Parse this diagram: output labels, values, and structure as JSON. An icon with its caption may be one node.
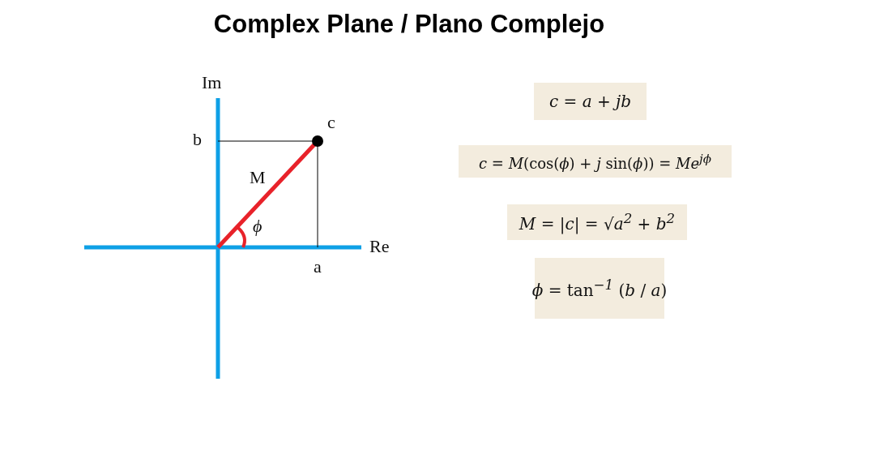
{
  "diagram": {
    "title": "Complex Plane / Plano Complejo",
    "nodes": [
      {
        "text": [
          "*c* = *a* + *jb*"
        ]
      },
      {
        "text": [
          "*c* = *M*(cos(*ϕ*) + *j* sin(*ϕ*)) = *Me*$^{jϕ}$"
        ]
      },
      {
        "text": [
          "*M* = |*c*| = √*a*$^{2}$ + *b*$^{2}$"
        ]
      },
      {
        "text": [
          "*ϕ* = tan$^{−1}$ (*b* / *a*)"
        ]
      }
    ],
    "labels": [
      "Im",
      "c",
      "b",
      "M",
      "ϕ",
      "Re",
      "a"
    ]
  }
}
